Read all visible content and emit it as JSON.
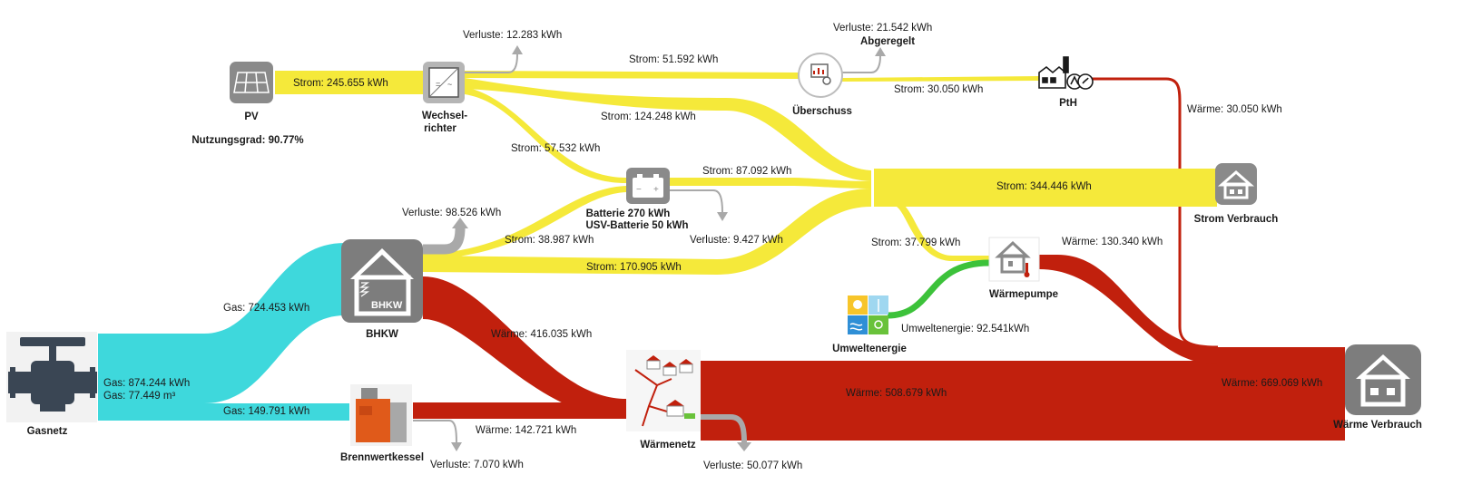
{
  "colors": {
    "strom": "#f5e93a",
    "strom_dark": "#eee012",
    "gas": "#3ed8dc",
    "waerme": "#c1200d",
    "umwelt": "#3cc23a",
    "verluste": "#a9a9a9"
  },
  "nodes": {
    "pv": {
      "name": "PV",
      "utilization": "Nutzungsgrad: 90.77%",
      "icon": "solar-panel-icon"
    },
    "wechselrichter": {
      "name_line1": "Wechsel-",
      "name_line2": "richter",
      "icon": "inverter-icon"
    },
    "ueberschuss": {
      "name": "Überschuss",
      "icon": "surplus-meter-icon"
    },
    "pth": {
      "name": "PtH",
      "icon": "power-to-heat-icon"
    },
    "batterie": {
      "name_line1": "Batterie 270 kWh",
      "name_line2": "USV-Batterie 50 kWh",
      "icon": "battery-icon"
    },
    "strom_verbrauch": {
      "name": "Strom Verbrauch",
      "icon": "house-icon"
    },
    "bhkw": {
      "name": "BHKW",
      "icon_text": "BHKW",
      "icon": "chp-house-icon"
    },
    "waermepumpe": {
      "name": "Wärmepumpe",
      "icon": "heat-pump-house-icon"
    },
    "umweltenergie": {
      "name": "Umweltenergie",
      "icon": "environment-energy-icon"
    },
    "gasnetz": {
      "name": "Gasnetz",
      "icon": "gas-valve-icon"
    },
    "brennwertkessel": {
      "name": "Brennwertkessel",
      "icon": "boiler-icon"
    },
    "waermenetz": {
      "name": "Wärmenetz",
      "icon": "heat-network-houses-icon"
    },
    "waerme_verbrauch": {
      "name": "Wärme Verbrauch",
      "icon": "house-icon"
    }
  },
  "labels": {
    "pv_strom": "Strom: 245.655 kWh",
    "wr_verluste": "Verluste: 12.283 kWh",
    "strom_ueberschuss": "Strom: 51.592 kWh",
    "ueberschuss_verluste": "Verluste: 21.542 kWh",
    "abgeregelt": "Abgeregelt",
    "strom_pth": "Strom: 30.050 kWh",
    "pth_waerme": "Wärme: 30.050 kWh",
    "strom_wr_verbrauch": "Strom: 124.248 kWh",
    "strom_wr_batterie": "Strom: 57.532 kWh",
    "strom_batterie_verbrauch": "Strom: 87.092 kWh",
    "batterie_verluste": "Verluste: 9.427 kWh",
    "strom_bhkw_batterie": "Strom: 38.987 kWh",
    "bhkw_verluste": "Verluste: 98.526 kWh",
    "strom_bhkw_verbrauch": "Strom: 170.905 kWh",
    "strom_verbrauch_total": "Strom: 344.446 kWh",
    "strom_waermepumpe": "Strom: 37.799 kWh",
    "wp_waerme": "Wärme: 130.340 kWh",
    "umweltenergie_value": "Umweltenergie: 92.541kWh",
    "gas_total_kwh": "Gas: 874.244 kWh",
    "gas_total_m3": "Gas: 77.449 m³",
    "gas_bhkw": "Gas: 724.453 kWh",
    "gas_kessel": "Gas: 149.791 kWh",
    "bhkw_waerme": "Wärme: 416.035 kWh",
    "kessel_waerme": "Wärme: 142.721 kWh",
    "kessel_verluste": "Verluste: 7.070 kWh",
    "waermenetz_waerme": "Wärme: 508.679 kWh",
    "waermenetz_verluste": "Verluste: 50.077 kWh",
    "waerme_verbrauch_total": "Wärme: 669.069 kWh"
  }
}
